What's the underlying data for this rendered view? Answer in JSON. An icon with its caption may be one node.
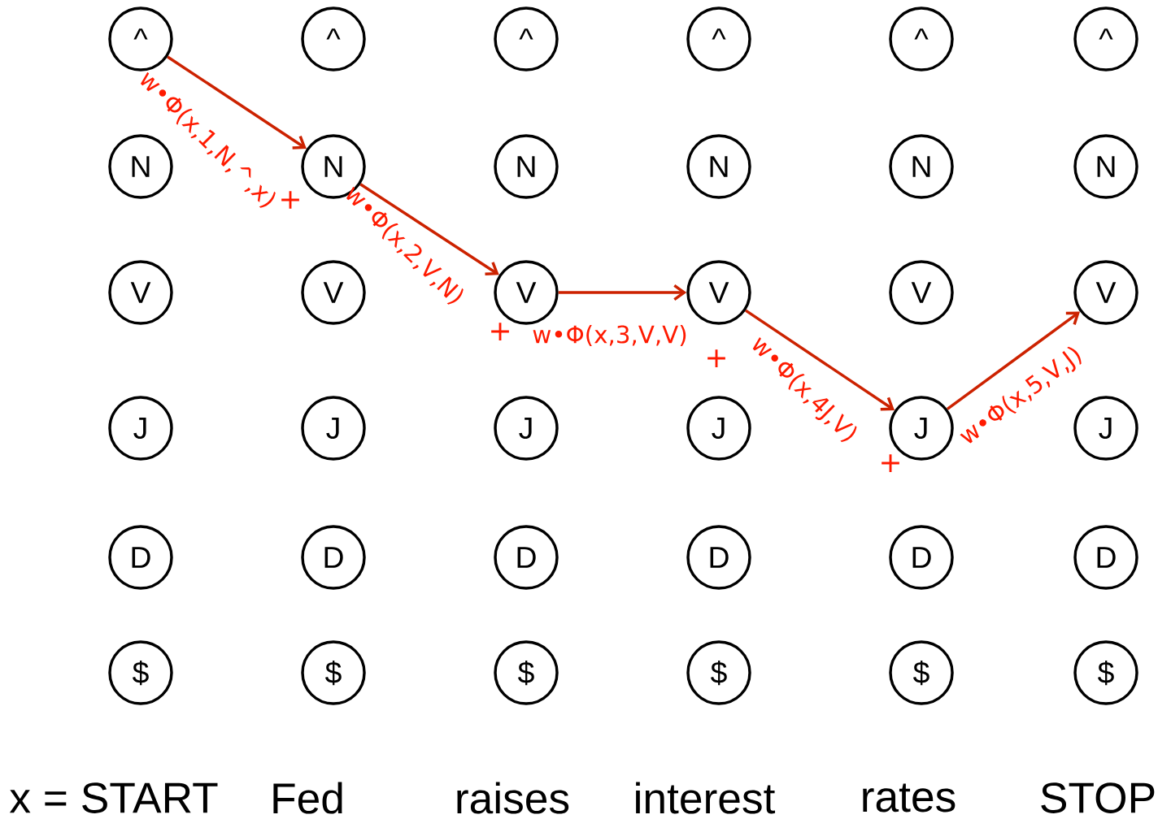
{
  "diagram": {
    "nodes": [
      {
        "text": [
          "^"
        ]
      },
      {
        "text": [
          "^"
        ]
      },
      {
        "text": [
          "^"
        ]
      },
      {
        "text": [
          "^"
        ]
      },
      {
        "text": [
          "^"
        ]
      },
      {
        "text": [
          "^"
        ]
      },
      {
        "text": [
          "N"
        ]
      },
      {
        "text": [
          "N"
        ]
      },
      {
        "text": [
          "N"
        ]
      },
      {
        "text": [
          "N"
        ]
      },
      {
        "text": [
          "N"
        ]
      },
      {
        "text": [
          "N"
        ]
      },
      {
        "text": [
          "V"
        ]
      },
      {
        "text": [
          "V"
        ]
      },
      {
        "text": [
          "V"
        ]
      },
      {
        "text": [
          "V"
        ]
      },
      {
        "text": [
          "V"
        ]
      },
      {
        "text": [
          "V"
        ]
      },
      {
        "text": [
          "J"
        ]
      },
      {
        "text": [
          "J"
        ]
      },
      {
        "text": [
          "J"
        ]
      },
      {
        "text": [
          "J"
        ]
      },
      {
        "text": [
          "J"
        ]
      },
      {
        "text": [
          "J"
        ]
      },
      {
        "text": [
          "D"
        ]
      },
      {
        "text": [
          "D"
        ]
      },
      {
        "text": [
          "D"
        ]
      },
      {
        "text": [
          "D"
        ]
      },
      {
        "text": [
          "D"
        ]
      },
      {
        "text": [
          "D"
        ]
      },
      {
        "text": [
          "$"
        ]
      },
      {
        "text": [
          "$"
        ]
      },
      {
        "text": [
          "$"
        ]
      },
      {
        "text": [
          "$"
        ]
      },
      {
        "text": [
          "$"
        ]
      },
      {
        "text": [
          "$"
        ]
      }
    ],
    "edges": [
      {
        "from": 0,
        "to": 7,
        "arrow": "to",
        "label": "w•Φ(x,1,N,^,x)"
      },
      {
        "from": 7,
        "to": 14,
        "arrow": "to",
        "label": "w•Φ(x,2,V,N)"
      },
      {
        "from": 14,
        "to": 15,
        "arrow": "to",
        "label": "w•Φ(x,3,V,V)"
      },
      {
        "from": 15,
        "to": 22,
        "arrow": "to",
        "label": "w•Φ(x,4J,V)"
      },
      {
        "from": 22,
        "to": 17,
        "arrow": "to",
        "label": "w•Φ(x,5,V,J)"
      }
    ],
    "labels": [
      "+",
      "+",
      "+",
      "+",
      "x = START",
      "Fed",
      "raises",
      "interest",
      "rates",
      "STOP"
    ]
  }
}
